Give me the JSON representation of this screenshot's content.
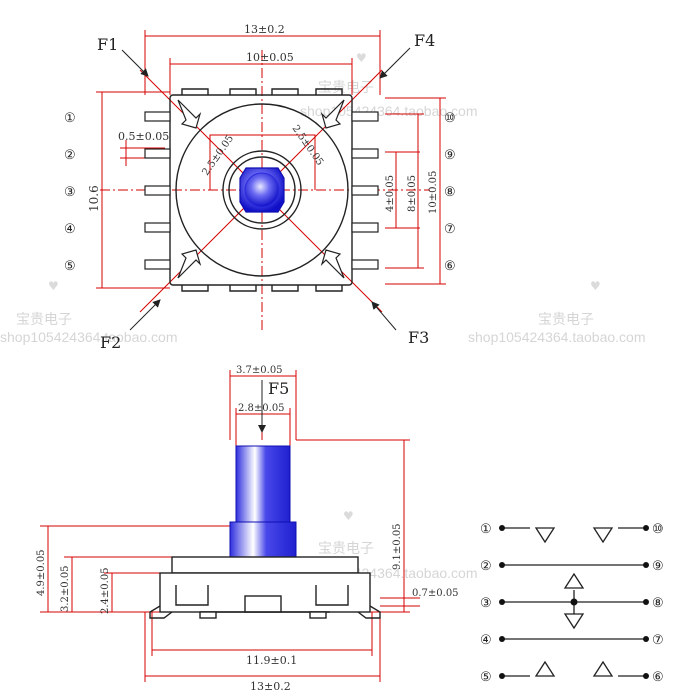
{
  "watermark": {
    "shop": "宝贵电子",
    "url": "shop105424364.taobao.com",
    "url_short": "shop105424364.taobao.com"
  },
  "top_view": {
    "forces": [
      "F1",
      "F4",
      "F2",
      "F3"
    ],
    "dims": {
      "overall_width": "13±0.2",
      "body_width": "10±0.05",
      "pin_width": "0.5±0.05",
      "diag_left": "2.5±0.05",
      "diag_right": "2.5±0.05",
      "height_left": "10.6",
      "pitch_4": "4±0.05",
      "pitch_8": "8±0.05",
      "span_10": "10±0.05"
    },
    "pins_left": [
      "①",
      "②",
      "③",
      "④",
      "⑤"
    ],
    "pins_right": [
      "⑩",
      "⑨",
      "⑧",
      "⑦",
      "⑥"
    ]
  },
  "side_view": {
    "force": "F5",
    "dims": {
      "knob_width": "3.7±0.05",
      "knob_inner": "2.8±0.05",
      "h_49": "4.9±0.05",
      "h_32": "3.2±0.05",
      "h_24": "2.4±0.05",
      "h_91": "9.1±0.05",
      "lead": "0.7±0.05",
      "w_119": "11.9±0.1",
      "w_13": "13±0.2"
    }
  },
  "schematic": {
    "left_pins": [
      "①",
      "②",
      "③",
      "④",
      "⑤"
    ],
    "right_pins": [
      "⑩",
      "⑨",
      "⑧",
      "⑦",
      "⑥"
    ]
  },
  "colors": {
    "dimension": "#d40000",
    "body": "#222222",
    "knob": "#2a2ae0"
  }
}
